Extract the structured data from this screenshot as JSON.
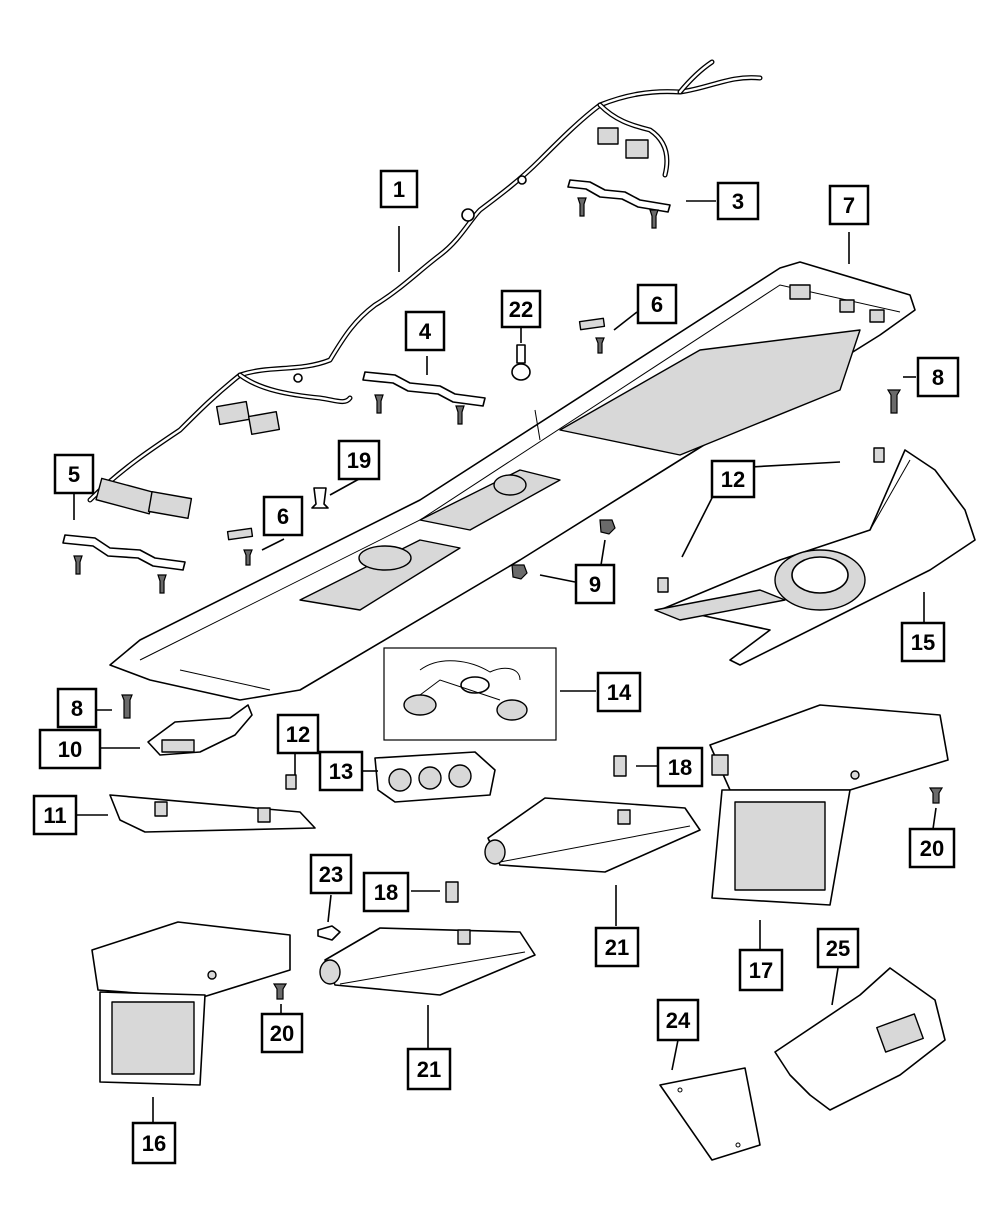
{
  "callouts": [
    {
      "id": "c1",
      "label": "1"
    },
    {
      "id": "c3",
      "label": "3"
    },
    {
      "id": "c7",
      "label": "7"
    },
    {
      "id": "c22",
      "label": "22"
    },
    {
      "id": "c6a",
      "label": "6"
    },
    {
      "id": "c4",
      "label": "4"
    },
    {
      "id": "c8a",
      "label": "8"
    },
    {
      "id": "c19",
      "label": "19"
    },
    {
      "id": "c5",
      "label": "5"
    },
    {
      "id": "c12a",
      "label": "12"
    },
    {
      "id": "c6b",
      "label": "6"
    },
    {
      "id": "c9",
      "label": "9"
    },
    {
      "id": "c15",
      "label": "15"
    },
    {
      "id": "c14",
      "label": "14"
    },
    {
      "id": "c8b",
      "label": "8"
    },
    {
      "id": "c10",
      "label": "10"
    },
    {
      "id": "c12b",
      "label": "12"
    },
    {
      "id": "c13",
      "label": "13"
    },
    {
      "id": "c18a",
      "label": "18"
    },
    {
      "id": "c11",
      "label": "11"
    },
    {
      "id": "c20a",
      "label": "20"
    },
    {
      "id": "c23",
      "label": "23"
    },
    {
      "id": "c18b",
      "label": "18"
    },
    {
      "id": "c21a",
      "label": "21"
    },
    {
      "id": "c17",
      "label": "17"
    },
    {
      "id": "c25",
      "label": "25"
    },
    {
      "id": "c20b",
      "label": "20"
    },
    {
      "id": "c21b",
      "label": "21"
    },
    {
      "id": "c24",
      "label": "24"
    },
    {
      "id": "c16",
      "label": "16"
    }
  ]
}
